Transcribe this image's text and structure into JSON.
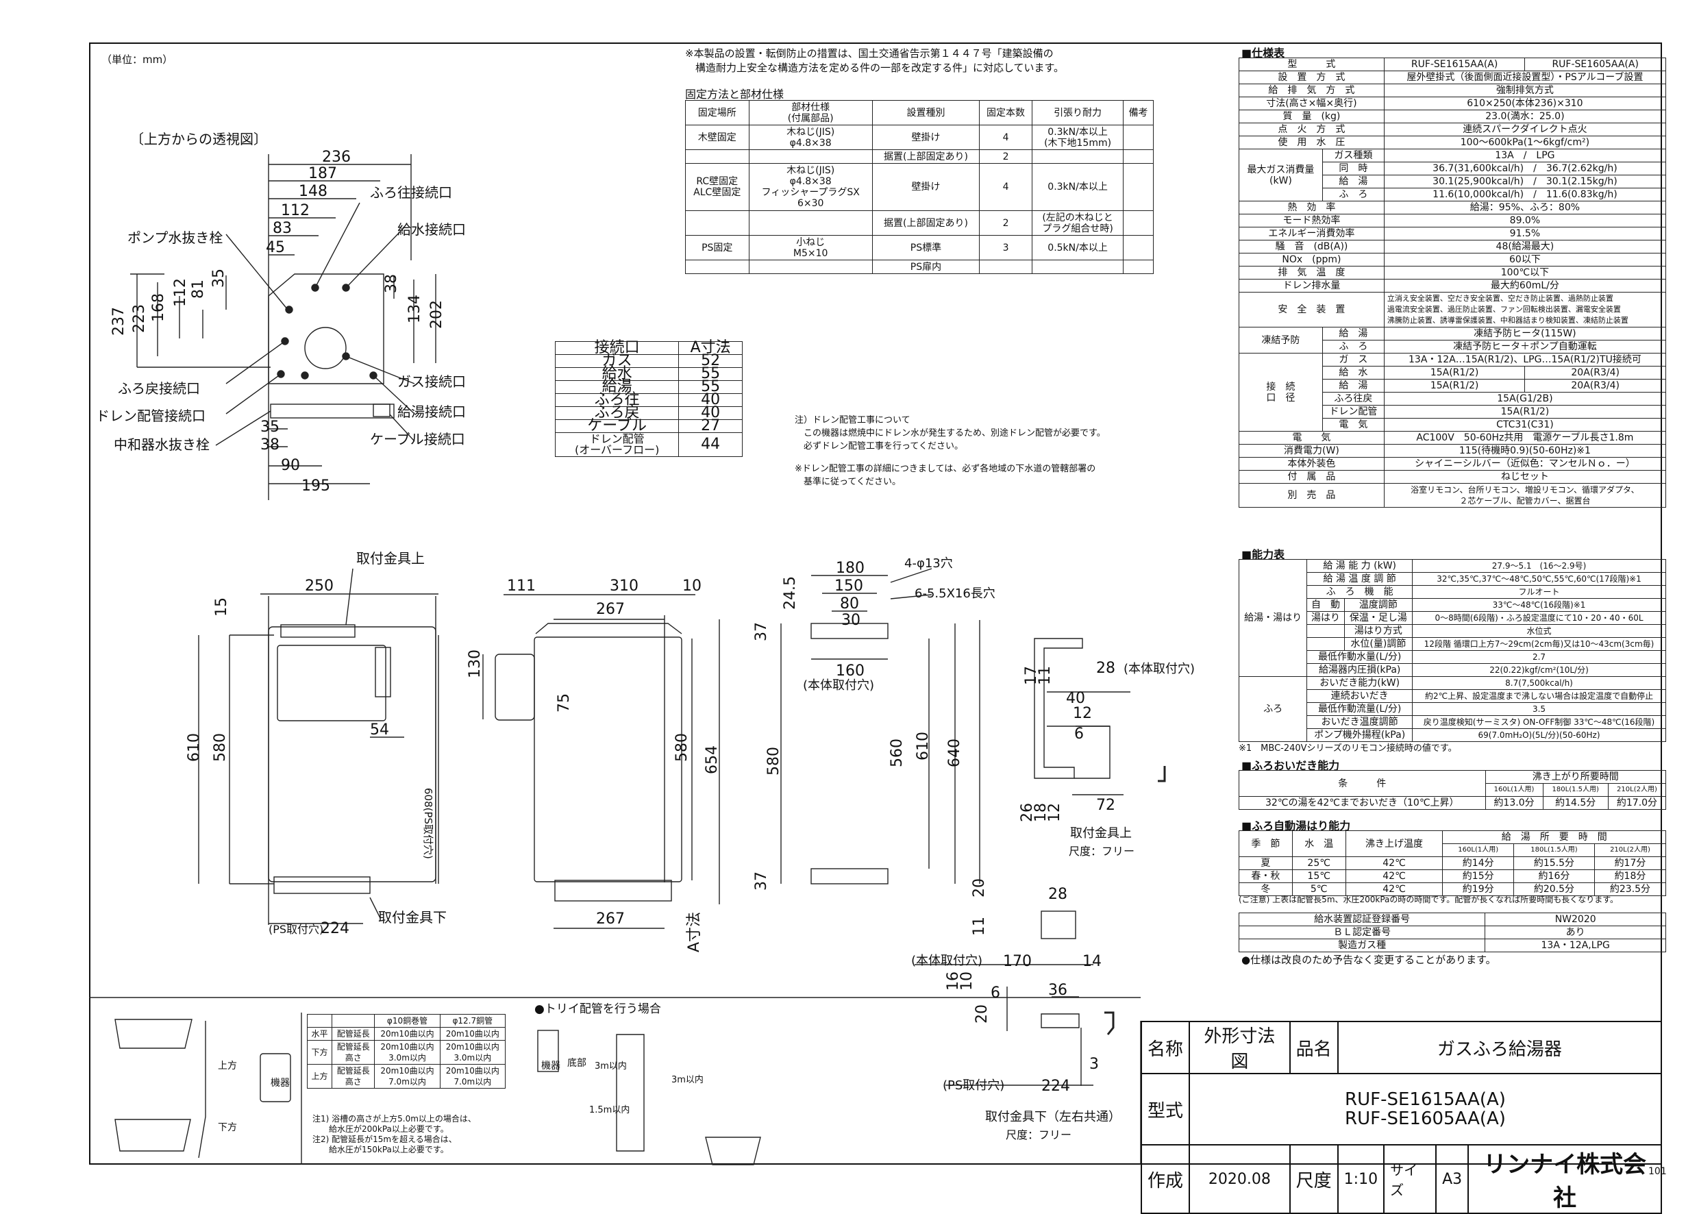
{
  "unit_label": "（単位：mm）",
  "view_top_label": "〔上方からの透視図〕",
  "top_notice": [
    "※本製品の設置・転倒防止の措置は、国土交通省告示第１４４７号「建築設備の",
    "　構造耐力上安全な構造方法を定める件の一部を改定する件」に対応しています。"
  ],
  "fixing": {
    "title": "固定方法と部材仕様",
    "headers": [
      "固定場所",
      "部材仕様\n(付属部品)",
      "設置種別",
      "固定本数",
      "引張り耐力",
      "備考"
    ],
    "rows": [
      [
        "木壁固定",
        "木ねじ(JIS)\nφ4.8×38",
        "壁掛け",
        "4",
        "0.3kN/本以上\n(木下地15mm)",
        ""
      ],
      [
        "",
        "",
        "据置(上部固定あり)",
        "2",
        "",
        ""
      ],
      [
        "RC壁固定\nALC壁固定",
        "木ねじ(JIS)\nφ4.8×38\nフィッシャープラグSX\n6×30",
        "壁掛け",
        "4",
        "0.3kN/本以上",
        ""
      ],
      [
        "",
        "",
        "据置(上部固定あり)",
        "2",
        "(左記の木ねじと\nプラグ組合せ時)",
        ""
      ],
      [
        "PS固定",
        "小ねじ\nM5×10",
        "PS標準",
        "3",
        "0.5kN/本以上",
        ""
      ],
      [
        "",
        "",
        "PS扉内",
        "",
        "",
        ""
      ]
    ]
  },
  "connection": {
    "headers": [
      "接続口",
      "A寸法"
    ],
    "rows": [
      [
        "ガス",
        "52"
      ],
      [
        "給水",
        "55"
      ],
      [
        "給湯",
        "55"
      ],
      [
        "ふろ往",
        "40"
      ],
      [
        "ふろ戻",
        "40"
      ],
      [
        "ケーブル",
        "27"
      ],
      [
        "ドレン配管\n(オーバーフロー)",
        "44"
      ]
    ]
  },
  "drain_note": [
    "注）ドレン配管工事について",
    "　この機器は燃焼中にドレン水が発生するため、別途ドレン配管が必要です。",
    "　必ずドレン配管工事を行ってください。",
    "※ドレン配管工事の詳細につきましては、必ず各地域の下水道の管轄部署の",
    "　基準に従ってください。"
  ],
  "top_view_labels": {
    "pump": "ポンプ水抜き栓",
    "furo_out": "ふろ往接続口",
    "water_in": "給水接続口",
    "furo_ret": "ふろ戻接続口",
    "gas": "ガス接続口",
    "drain": "ドレン配管接続口",
    "hot": "給湯接続口",
    "neutral": "中和器水抜き栓",
    "cable": "ケーブル接続口"
  },
  "top_dims": [
    "236",
    "187",
    "148",
    "112",
    "83",
    "45",
    "35",
    "81",
    "112",
    "168",
    "223",
    "237",
    "38",
    "134",
    "202",
    "35",
    "38",
    "90",
    "195"
  ],
  "front_labels": {
    "bracket_top": "取付金具上",
    "bracket_bottom": "取付金具下",
    "ps_hole": "(PS取付穴)",
    "ps_608": "608(PS取付穴)"
  },
  "front_dims": [
    "250",
    "15",
    "54",
    "610",
    "580",
    "224"
  ],
  "side_dims": [
    "111",
    "310",
    "10",
    "267",
    "130",
    "75",
    "580",
    "654",
    "267",
    "A寸法"
  ],
  "back_labels": {
    "holes1": "4-φ13穴",
    "holes2": "6-5.5X16長穴",
    "body_hole": "(本体取付穴)",
    "body_hole2": "(本体取付穴)",
    "ps_hole": "(PS取付穴)"
  },
  "back_dims": [
    "180",
    "150",
    "80",
    "30",
    "24.5",
    "37",
    "160",
    "580",
    "560",
    "610",
    "640",
    "37",
    "170",
    "224"
  ],
  "bracket_top": {
    "title": "取付金具上",
    "scale": "尺度：フリー",
    "dims": [
      "28",
      "(本体取付穴)",
      "17",
      "11",
      "40",
      "12",
      "6",
      "72",
      "26",
      "18",
      "12"
    ]
  },
  "bracket_bottom": {
    "title": "取付金具下（左右共通）",
    "scale": "尺度：フリー",
    "dims": [
      "28",
      "20",
      "11",
      "14",
      "16",
      "10",
      "6",
      "36",
      "20",
      "3"
    ]
  },
  "spec": {
    "title": "■仕様表",
    "model_label": "型　　　式",
    "models": [
      "RUF-SE1615AA(A)",
      "RUF-SE1605AA(A)"
    ],
    "rows": [
      [
        "設　置　方　式",
        "屋外壁掛式（後面側面近接設置型）・PSアルコーブ設置"
      ],
      [
        "給　排　気　方　式",
        "強制排気方式"
      ],
      [
        "寸法(高さ×幅×奥行)",
        "610×250(本体236)×310"
      ],
      [
        "質　量　(kg)",
        "23.0(満水：25.0)"
      ],
      [
        "点　火　方　式",
        "連続スパークダイレクト点火"
      ],
      [
        "使　用　水　圧",
        "100～600kPa(1～6kgf/cm²)"
      ]
    ],
    "gas_rows": [
      [
        "最大ガス消費量\n(kW)",
        "ガス種類",
        "13A　/　LPG"
      ],
      [
        "",
        "同　時",
        "36.7(31,600kcal/h)　/　36.7(2.62kg/h)"
      ],
      [
        "",
        "給　湯",
        "30.1(25,900kcal/h)　/　30.1(2.15kg/h)"
      ],
      [
        "",
        "ふ　ろ",
        "11.6(10,000kcal/h)　/　11.6(0.83kg/h)"
      ]
    ],
    "rows2": [
      [
        "熱　効　率",
        "給湯：95%、ふろ：80%"
      ],
      [
        "モード熱効率",
        "89.0%"
      ],
      [
        "エネルギー消費効率",
        "91.5%"
      ],
      [
        "騒　音　(dB(A))",
        "48(給湯最大)"
      ],
      [
        "NOx　(ppm)",
        "60以下"
      ],
      [
        "排　気　温　度",
        "100℃以下"
      ],
      [
        "ドレン排水量",
        "最大約60mL/分"
      ]
    ],
    "safety_label": "安　全　装　置",
    "safety": "立消え安全装置、空だき安全装置、空だき防止装置、過熱防止装置\n過電流安全装置、過圧防止装置、ファン回転検出装置、漏電安全装置\n沸騰防止装置、誘導雷保護装置、中和器詰まり検知装置、凍結防止装置",
    "freeze": [
      [
        "凍結予防",
        "給　湯",
        "凍結予防ヒータ(115W)"
      ],
      [
        "",
        "ふ　ろ",
        "凍結予防ヒータ＋ポンプ自動運転"
      ]
    ],
    "pipe": [
      [
        "接　続\n口　径",
        "ガ　ス",
        "13A・12A…15A(R1/2)、LPG…15A(R1/2)TU接続可",
        ""
      ],
      [
        "",
        "給　水",
        "15A(R1/2)",
        "20A(R3/4)"
      ],
      [
        "",
        "給　湯",
        "15A(R1/2)",
        "20A(R3/4)"
      ],
      [
        "",
        "ふろ往戻",
        "15A(G1/2B)",
        ""
      ],
      [
        "",
        "ドレン配管",
        "15A(R1/2)",
        ""
      ],
      [
        "",
        "電　気",
        "CTC31(C31)",
        ""
      ]
    ],
    "rows3": [
      [
        "電　　気",
        "AC100V　50-60Hz共用　電源ケーブル長さ1.8m"
      ],
      [
        "消費電力(W)",
        "115(待機時0.9)(50-60Hz)※1"
      ],
      [
        "本体外装色",
        "シャイニーシルバー（近似色：マンセルＮｏ．ー）"
      ],
      [
        "付　属　品",
        "ねじセット"
      ],
      [
        "別　売　品",
        "浴室リモコン、台所リモコン、増設リモコン、循環アダプタ、\n２芯ケーブル、配管カバー、据置台"
      ]
    ]
  },
  "capacity": {
    "title": "■能力表",
    "rows": [
      [
        "",
        "給 湯 能 力 (kW)",
        "",
        "27.9～5.1　(16～2.9号)"
      ],
      [
        "",
        "給 湯 温 度 調 節",
        "",
        "32℃,35℃,37℃～48℃,50℃,55℃,60℃(17段階)※1"
      ],
      [
        "給湯・湯はり",
        "ふ　ろ　機　能",
        "",
        "フルオート"
      ],
      [
        "",
        "自　動",
        "温度調節",
        "33℃～48℃(16段階)※1"
      ],
      [
        "",
        "湯はり",
        "保温・足し湯",
        "0～8時間(6段階)・ふろ設定温度にて10・20・40・60L"
      ],
      [
        "",
        "",
        "湯はり方式",
        "水位式"
      ],
      [
        "",
        "",
        "水位(量)調節",
        "12段階 循環口上方7～29cm(2cm毎)又は10～43cm(3cm毎)"
      ],
      [
        "",
        "最低作動水量(L/分)",
        "",
        "2.7"
      ],
      [
        "",
        "給湯器内圧損(kPa)",
        "",
        "22(0.22)kgf/cm²(10L/分)"
      ],
      [
        "ふろ",
        "おいだき能力(kW)",
        "",
        "8.7(7,500kcal/h)"
      ],
      [
        "",
        "連続おいだき",
        "",
        "約2℃上昇、設定温度まで沸しない場合は設定温度で自動停止"
      ],
      [
        "",
        "最低作動流量(L/分)",
        "",
        "3.5"
      ],
      [
        "",
        "おいだき温度調節",
        "",
        "戻り温度検知(サーミスタ) ON-OFF制御 33℃～48℃(16段階)"
      ],
      [
        "",
        "ポンプ機外揚程(kPa)",
        "",
        "69(7.0mH₂O)(5L/分)(50-60Hz)"
      ]
    ],
    "note": "※1　MBC-240Vシリーズのリモコン接続時の値です。"
  },
  "oidaki": {
    "title": "■ふろおいだき能力",
    "header_cond": "条　　　件",
    "header_time": "沸き上がり所要時間",
    "cols": [
      "160L(1人用)",
      "180L(1.5人用)",
      "210L(2人用)"
    ],
    "row": [
      "32℃の湯を42℃までおいだき（10℃上昇）",
      "約13.0分",
      "約14.5分",
      "約17.0分"
    ]
  },
  "auto": {
    "title": "■ふろ自動湯はり能力",
    "headers": [
      "季　節",
      "水　温",
      "沸き上げ温度",
      "給　湯　所　要　時　間"
    ],
    "cols": [
      "160L(1人用)",
      "180L(1.5人用)",
      "210L(2人用)"
    ],
    "rows": [
      [
        "夏",
        "25℃",
        "42℃",
        "約14分",
        "約15.5分",
        "約17分"
      ],
      [
        "春・秋",
        "15℃",
        "42℃",
        "約15分",
        "約16分",
        "約18分"
      ],
      [
        "冬",
        "5℃",
        "42℃",
        "約19分",
        "約20.5分",
        "約23.5分"
      ]
    ],
    "note": "(ご注意) 上表は配管長5m、水圧200kPaの時の時間です。配管が長くなれば所要時間も長くなります。"
  },
  "cert": [
    [
      "給水装置認証登録番号",
      "NW2020"
    ],
    [
      "ＢＬ認定番号",
      "あり"
    ],
    [
      "製造ガス種",
      "13A・12A,LPG"
    ]
  ],
  "spec_note": "●仕様は改良のため予告なく変更することがあります。",
  "pipe_table": {
    "headers": [
      "",
      "",
      "φ10銅巻管",
      "φ12.7銅管"
    ],
    "rows": [
      [
        "水平",
        "配管延長",
        "20m10曲以内",
        "20m10曲以内"
      ],
      [
        "下方",
        "配管延長\n高さ",
        "20m10曲以内\n3.0m以内",
        "20m10曲以内\n3.0m以内"
      ],
      [
        "上方",
        "配管延長\n高さ",
        "20m10曲以内\n7.0m以内",
        "20m10曲以内\n7.0m以内"
      ]
    ],
    "notes": [
      "注1) 浴槽の高さが上方5.0m以上の場合は、",
      "　　給水圧が200kPa以上必要です。",
      "注2) 配管延長が15mを超える場合は、",
      "　　給水圧が150kPa以上必要です。"
    ]
  },
  "bottom_labels": {
    "up": "上方",
    "down": "下方",
    "unit": "機器",
    "trap": "●トリイ配管を行う場合",
    "bottom": "底部",
    "h1": "1.5m以内",
    "h2": "3m以内",
    "h3": "3m以内"
  },
  "title_block": {
    "name_label": "名称",
    "name": "外形寸法図",
    "product_label": "品名",
    "product": "ガスふろ給湯器",
    "model_label": "型式",
    "model1": "RUF-SE1615AA(A)",
    "model2": "RUF-SE1605AA(A)",
    "date_label": "作成",
    "date": "2020.08",
    "scale_label": "尺度",
    "scale": "1:10",
    "size_label": "サイズ",
    "size": "A3",
    "company": "リンナイ株式会社"
  },
  "page_no": "101"
}
